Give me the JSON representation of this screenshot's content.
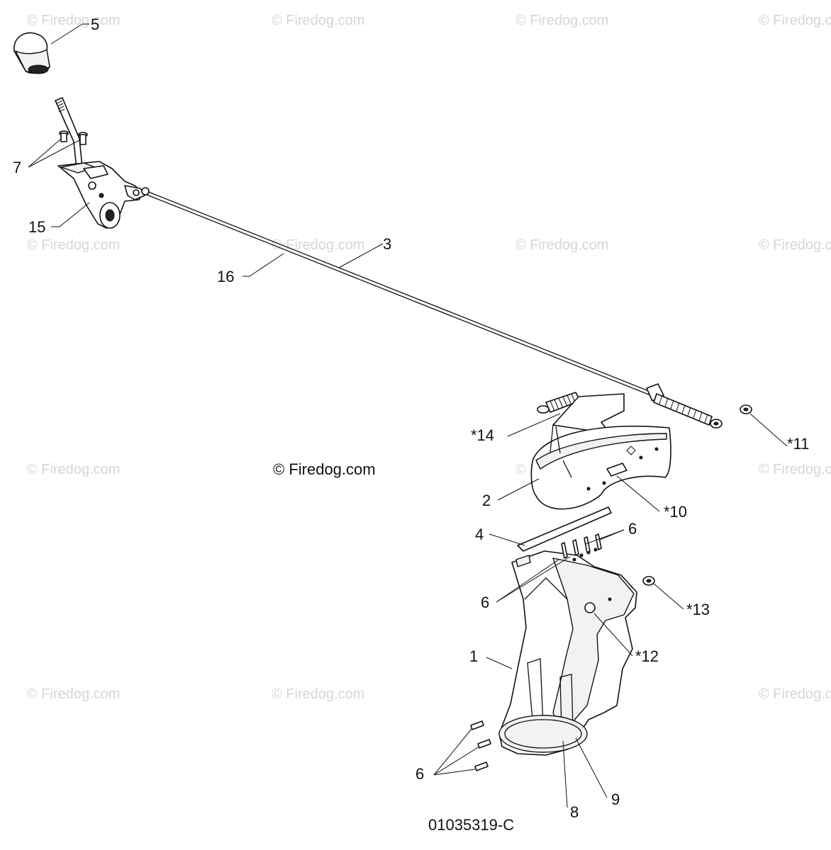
{
  "watermark": "© Firedog.com",
  "center_watermark": "© Firedog.com",
  "drawing_number": "01035319-C",
  "callouts": {
    "c1": "1",
    "c2": "2",
    "c3": "3",
    "c4": "4",
    "c5": "5",
    "c6a": "6",
    "c6b": "6",
    "c6c": "6",
    "c7": "7",
    "c8": "8",
    "c9": "9",
    "c10": "*10",
    "c11": "*11",
    "c12": "*12",
    "c13": "*13",
    "c14": "*14",
    "c15": "15",
    "c16": "16"
  },
  "colors": {
    "ink": "#111111",
    "watermark": "#d6d6d6",
    "background": "#ffffff"
  }
}
